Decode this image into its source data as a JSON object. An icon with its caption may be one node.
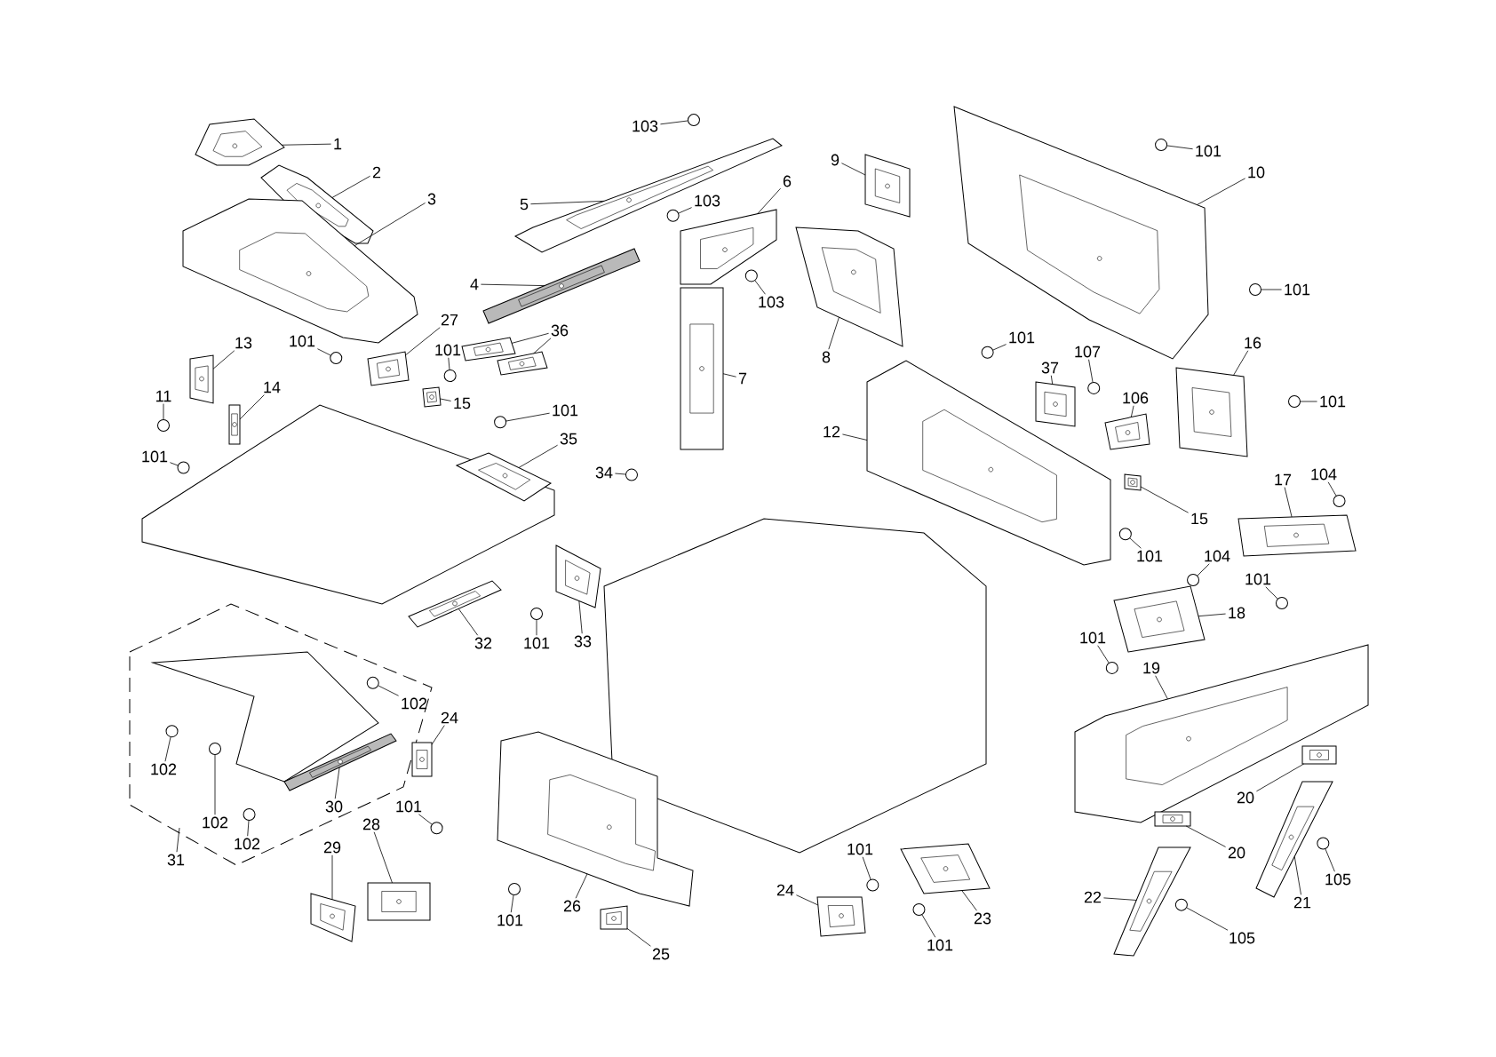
{
  "diagram": {
    "nodes": [
      {
        "text": [
          "1"
        ]
      },
      {
        "text": [
          "2"
        ]
      },
      {
        "text": [
          "3"
        ]
      },
      {
        "text": [
          "4"
        ]
      },
      {
        "text": [
          "5"
        ]
      },
      {
        "text": [
          "103"
        ]
      },
      {
        "text": [
          "6"
        ]
      },
      {
        "text": [
          "103"
        ]
      },
      {
        "text": [
          "103"
        ]
      },
      {
        "text": [
          "9"
        ]
      },
      {
        "text": [
          "101"
        ]
      },
      {
        "text": [
          "10"
        ]
      },
      {
        "text": [
          "101"
        ]
      },
      {
        "text": [
          "8"
        ]
      },
      {
        "text": [
          "7"
        ]
      },
      {
        "text": [
          "13"
        ]
      },
      {
        "text": [
          "14"
        ]
      },
      {
        "text": [
          "11"
        ]
      },
      {
        "text": [
          "101"
        ]
      },
      {
        "text": [
          "27"
        ]
      },
      {
        "text": [
          "101"
        ]
      },
      {
        "text": [
          "36"
        ]
      },
      {
        "text": [
          "15"
        ]
      },
      {
        "text": [
          "101"
        ]
      },
      {
        "text": [
          "35"
        ]
      },
      {
        "text": [
          "101"
        ]
      },
      {
        "text": [
          "34"
        ]
      },
      {
        "text": [
          "101"
        ]
      },
      {
        "text": [
          "107"
        ]
      },
      {
        "text": [
          "37"
        ]
      },
      {
        "text": [
          "106"
        ]
      },
      {
        "text": [
          "16"
        ]
      },
      {
        "text": [
          "101"
        ]
      },
      {
        "text": [
          "12"
        ]
      },
      {
        "text": [
          "15"
        ]
      },
      {
        "text": [
          "101"
        ]
      },
      {
        "text": [
          "17"
        ]
      },
      {
        "text": [
          "104"
        ]
      },
      {
        "text": [
          "104"
        ]
      },
      {
        "text": [
          "18"
        ]
      },
      {
        "text": [
          "101"
        ]
      },
      {
        "text": [
          "101"
        ]
      },
      {
        "text": [
          "19"
        ]
      },
      {
        "text": [
          "20"
        ]
      },
      {
        "text": [
          "20"
        ]
      },
      {
        "text": [
          "105"
        ]
      },
      {
        "text": [
          "21"
        ]
      },
      {
        "text": [
          "22"
        ]
      },
      {
        "text": [
          "105"
        ]
      },
      {
        "text": [
          "32"
        ]
      },
      {
        "text": [
          "101"
        ]
      },
      {
        "text": [
          "33"
        ]
      },
      {
        "text": [
          "102"
        ]
      },
      {
        "text": [
          "24"
        ]
      },
      {
        "text": [
          "102"
        ]
      },
      {
        "text": [
          "102"
        ]
      },
      {
        "text": [
          "102"
        ]
      },
      {
        "text": [
          "30"
        ]
      },
      {
        "text": [
          "31"
        ]
      },
      {
        "text": [
          "101"
        ]
      },
      {
        "text": [
          "28"
        ]
      },
      {
        "text": [
          "29"
        ]
      },
      {
        "text": [
          "101"
        ]
      },
      {
        "text": [
          "26"
        ]
      },
      {
        "text": [
          "25"
        ]
      },
      {
        "text": [
          "24"
        ]
      },
      {
        "text": [
          "101"
        ]
      },
      {
        "text": [
          "101"
        ]
      },
      {
        "text": [
          "23"
        ]
      },
      {
        "text": [],
        "shape": "picture"
      },
      {
        "text": [],
        "shape": "picture"
      },
      {
        "text": [],
        "shape": "picture"
      },
      {
        "text": [],
        "shape": "picture"
      },
      {
        "text": [],
        "shape": "picture"
      },
      {
        "text": [],
        "shape": "circle"
      },
      {
        "text": [],
        "shape": "picture"
      },
      {
        "text": [],
        "shape": "circle"
      },
      {
        "text": [],
        "shape": "circle"
      },
      {
        "text": [],
        "shape": "picture"
      },
      {
        "text": [],
        "shape": "circle"
      },
      {
        "text": [],
        "shape": "picture"
      },
      {
        "text": [],
        "shape": "circle"
      },
      {
        "text": [],
        "shape": "picture"
      },
      {
        "text": [],
        "shape": "picture"
      },
      {
        "text": [],
        "shape": "picture"
      },
      {
        "text": [],
        "shape": "picture"
      },
      {
        "text": [],
        "shape": "circle"
      },
      {
        "text": [],
        "shape": "circle"
      },
      {
        "text": [],
        "shape": "picture"
      },
      {
        "text": [],
        "shape": "circle"
      },
      {
        "text": [],
        "shape": "picture"
      },
      {
        "text": [],
        "shape": "picture"
      },
      {
        "text": [],
        "shape": "picture"
      },
      {
        "text": [],
        "shape": "circle"
      },
      {
        "text": [],
        "shape": "picture"
      },
      {
        "text": [],
        "shape": "circle"
      },
      {
        "text": [],
        "shape": "circle"
      },
      {
        "text": [],
        "shape": "circle"
      },
      {
        "text": [],
        "shape": "circle"
      },
      {
        "text": [],
        "shape": "picture"
      },
      {
        "text": [],
        "shape": "picture"
      },
      {
        "text": [],
        "shape": "picture"
      },
      {
        "text": [],
        "shape": "circle"
      },
      {
        "text": [],
        "shape": "picture"
      },
      {
        "text": [],
        "shape": "picture"
      },
      {
        "text": [],
        "shape": "circle"
      },
      {
        "text": [],
        "shape": "picture"
      },
      {
        "text": [],
        "shape": "circle"
      },
      {
        "text": [],
        "shape": "circle"
      },
      {
        "text": [],
        "shape": "picture"
      },
      {
        "text": [],
        "shape": "circle"
      },
      {
        "text": [],
        "shape": "circle"
      },
      {
        "text": [],
        "shape": "picture"
      },
      {
        "text": [],
        "shape": "picture"
      },
      {
        "text": [],
        "shape": "picture"
      },
      {
        "text": [],
        "shape": "circle"
      },
      {
        "text": [],
        "shape": "picture"
      },
      {
        "text": [],
        "shape": "picture"
      },
      {
        "text": [],
        "shape": "circle"
      },
      {
        "text": [],
        "shape": "picture"
      },
      {
        "text": [],
        "shape": "circle"
      },
      {
        "text": [],
        "shape": "picture"
      },
      {
        "text": [],
        "shape": "circle"
      },
      {
        "text": [],
        "shape": "picture"
      },
      {
        "text": [],
        "shape": "circle"
      },
      {
        "text": [],
        "shape": "circle"
      },
      {
        "text": [],
        "shape": "circle"
      },
      {
        "text": [],
        "shape": "picture"
      },
      {
        "text": [],
        "shape": "circle"
      },
      {
        "text": [],
        "shape": "picture"
      },
      {
        "text": [],
        "shape": "picture"
      },
      {
        "text": [],
        "shape": "circle"
      },
      {
        "text": [],
        "shape": "picture"
      },
      {
        "text": [],
        "shape": "picture"
      },
      {
        "text": [],
        "shape": "picture"
      },
      {
        "text": [],
        "shape": "circle"
      },
      {
        "text": [],
        "shape": "circle"
      },
      {
        "text": [],
        "shape": "picture"
      }
    ],
    "edges": [
      {
        "from": 0,
        "to": 69,
        "arrow": "none"
      },
      {
        "from": 1,
        "to": 70,
        "arrow": "none"
      },
      {
        "from": 2,
        "to": 71,
        "arrow": "none"
      },
      {
        "from": 3,
        "to": 72,
        "arrow": "none"
      },
      {
        "from": 4,
        "to": 73,
        "arrow": "none"
      },
      {
        "from": 5,
        "to": 74,
        "arrow": "none"
      },
      {
        "from": 6,
        "to": 75,
        "arrow": "none"
      },
      {
        "from": 7,
        "to": 76,
        "arrow": "none"
      },
      {
        "from": 8,
        "to": 77,
        "arrow": "none"
      },
      {
        "from": 9,
        "to": 78,
        "arrow": "none"
      },
      {
        "from": 10,
        "to": 79,
        "arrow": "none"
      },
      {
        "from": 11,
        "to": 80,
        "arrow": "none"
      },
      {
        "from": 12,
        "to": 81,
        "arrow": "none"
      },
      {
        "from": 13,
        "to": 82,
        "arrow": "none"
      },
      {
        "from": 14,
        "to": 83,
        "arrow": "none"
      },
      {
        "from": 15,
        "to": 84,
        "arrow": "none"
      },
      {
        "from": 16,
        "to": 85,
        "arrow": "none"
      },
      {
        "from": 17,
        "to": 86,
        "arrow": "none"
      },
      {
        "from": 18,
        "to": 87,
        "arrow": "none"
      },
      {
        "from": 19,
        "to": 88,
        "arrow": "none"
      },
      {
        "from": 20,
        "to": 89,
        "arrow": "none"
      },
      {
        "from": 21,
        "to": 90,
        "arrow": "none"
      },
      {
        "from": 21,
        "to": 91,
        "arrow": "none"
      },
      {
        "from": 22,
        "to": 92,
        "arrow": "none"
      },
      {
        "from": 23,
        "to": 93,
        "arrow": "none"
      },
      {
        "from": 24,
        "to": 94,
        "arrow": "none"
      },
      {
        "from": 25,
        "to": 95,
        "arrow": "none"
      },
      {
        "from": 26,
        "to": 96,
        "arrow": "none"
      },
      {
        "from": 27,
        "to": 97,
        "arrow": "none"
      },
      {
        "from": 28,
        "to": 98,
        "arrow": "none"
      },
      {
        "from": 29,
        "to": 99,
        "arrow": "none"
      },
      {
        "from": 30,
        "to": 100,
        "arrow": "none"
      },
      {
        "from": 31,
        "to": 101,
        "arrow": "none"
      },
      {
        "from": 32,
        "to": 102,
        "arrow": "none"
      },
      {
        "from": 33,
        "to": 103,
        "arrow": "none"
      },
      {
        "from": 34,
        "to": 104,
        "arrow": "none"
      },
      {
        "from": 35,
        "to": 105,
        "arrow": "none"
      },
      {
        "from": 36,
        "to": 106,
        "arrow": "none"
      },
      {
        "from": 37,
        "to": 107,
        "arrow": "none"
      },
      {
        "from": 38,
        "to": 108,
        "arrow": "none"
      },
      {
        "from": 39,
        "to": 109,
        "arrow": "none"
      },
      {
        "from": 40,
        "to": 110,
        "arrow": "none"
      },
      {
        "from": 41,
        "to": 111,
        "arrow": "none"
      },
      {
        "from": 42,
        "to": 112,
        "arrow": "none"
      },
      {
        "from": 43,
        "to": 113,
        "arrow": "none"
      },
      {
        "from": 44,
        "to": 114,
        "arrow": "none"
      },
      {
        "from": 45,
        "to": 115,
        "arrow": "none"
      },
      {
        "from": 46,
        "to": 116,
        "arrow": "none"
      },
      {
        "from": 47,
        "to": 117,
        "arrow": "none"
      },
      {
        "from": 48,
        "to": 118,
        "arrow": "none"
      },
      {
        "from": 49,
        "to": 119,
        "arrow": "none"
      },
      {
        "from": 50,
        "to": 120,
        "arrow": "none"
      },
      {
        "from": 51,
        "to": 121,
        "arrow": "none"
      },
      {
        "from": 52,
        "to": 122,
        "arrow": "none"
      },
      {
        "from": 53,
        "to": 123,
        "arrow": "none"
      },
      {
        "from": 54,
        "to": 124,
        "arrow": "none"
      },
      {
        "from": 55,
        "to": 125,
        "arrow": "none"
      },
      {
        "from": 56,
        "to": 126,
        "arrow": "none"
      },
      {
        "from": 57,
        "to": 127,
        "arrow": "none"
      },
      {
        "from": 58,
        "to": null,
        "arrow": "none"
      },
      {
        "from": 59,
        "to": 128,
        "arrow": "none"
      },
      {
        "from": 60,
        "to": 129,
        "arrow": "none"
      },
      {
        "from": 61,
        "to": 130,
        "arrow": "none"
      },
      {
        "from": 62,
        "to": 131,
        "arrow": "none"
      },
      {
        "from": 63,
        "to": 132,
        "arrow": "none"
      },
      {
        "from": 64,
        "to": 133,
        "arrow": "none"
      },
      {
        "from": 65,
        "to": 134,
        "arrow": "none"
      },
      {
        "from": 66,
        "to": 135,
        "arrow": "none"
      },
      {
        "from": 67,
        "to": 136,
        "arrow": "none"
      },
      {
        "from": 68,
        "to": 137,
        "arrow": "none"
      }
    ]
  }
}
